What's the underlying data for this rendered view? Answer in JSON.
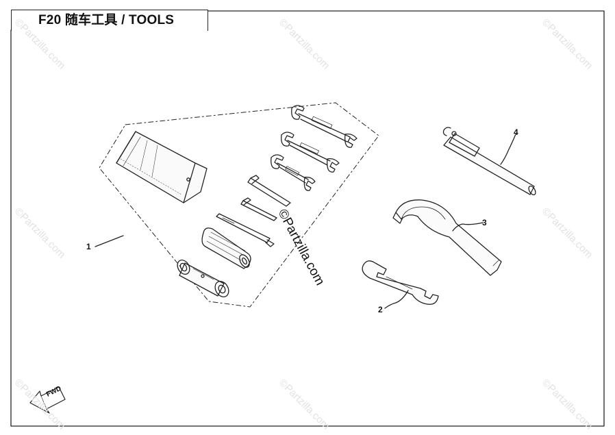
{
  "header": {
    "title": "F20 随车工具 / TOOLS"
  },
  "callouts": {
    "c1": "1",
    "c2": "2",
    "c3": "3",
    "c4": "4"
  },
  "fwd_label": "FWD",
  "watermark": {
    "text": "©Partzilla.com"
  },
  "colors": {
    "line": "#222222",
    "watermark": "#e2e2e2"
  }
}
